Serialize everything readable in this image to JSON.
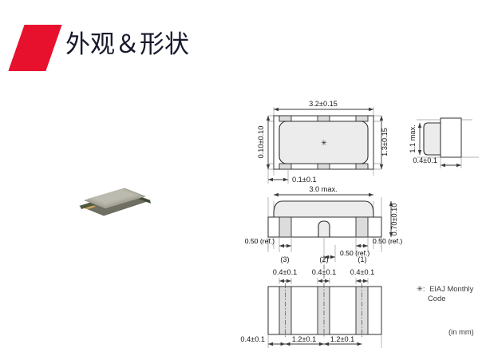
{
  "header": {
    "title": "外观＆形状",
    "logo_color": "#e8112d",
    "logo_name": "red-parallelogram-logo"
  },
  "photo": {
    "alt": "smd-ceramic-resonator-photo",
    "body_color": "#a8a69a",
    "edge_color": "#4c5a42",
    "pad_color": "#d2a75a"
  },
  "drawing": {
    "units_note": "(in mm)",
    "mark_note_symbol": "✳:",
    "mark_note": "EIAJ Monthly",
    "mark_note_line2": "Code",
    "center_mark": "✳",
    "top_view": {
      "width_dim": "3.2±0.15",
      "height_dim": "1.3±0.15",
      "left_dim": "0.10±0.10",
      "bottom_dim": "0.1±0.1"
    },
    "side_view": {
      "width_dim": "3.0 max.",
      "height_dim": "0.70±0.10",
      "ref_left": "0.50 (ref.)",
      "ref_center": "0.50 (ref.)",
      "ref_right": "0.50 (ref.)"
    },
    "end_view": {
      "height_dim": "1.1 max.",
      "width_dim": "0.4±0.1"
    },
    "bottom_view": {
      "pin_labels": [
        "(3)",
        "(2)",
        "(1)"
      ],
      "pad_widths": [
        "0.4±0.1",
        "0.4±0.1",
        "0.4±0.1"
      ],
      "edge_dim": "0.4±0.1",
      "pitch_dims": [
        "1.2±0.1",
        "1.2±0.1"
      ]
    }
  }
}
